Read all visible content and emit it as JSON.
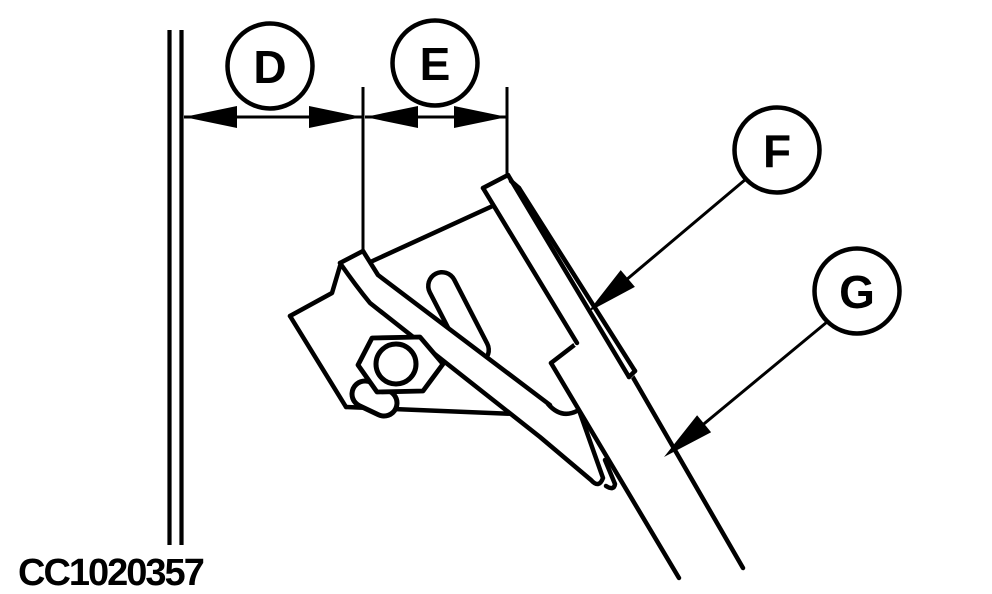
{
  "figure": {
    "code": "CC1020357",
    "description": "Pedal adjustment line illustration with dimension callouts"
  },
  "callouts": {
    "d": {
      "label": "D",
      "kind": "dimension"
    },
    "e": {
      "label": "E",
      "kind": "dimension"
    },
    "f": {
      "label": "F",
      "kind": "part-pointer"
    },
    "g": {
      "label": "G",
      "kind": "part-pointer"
    }
  },
  "colors": {
    "line": "#000000",
    "background": "#ffffff"
  }
}
